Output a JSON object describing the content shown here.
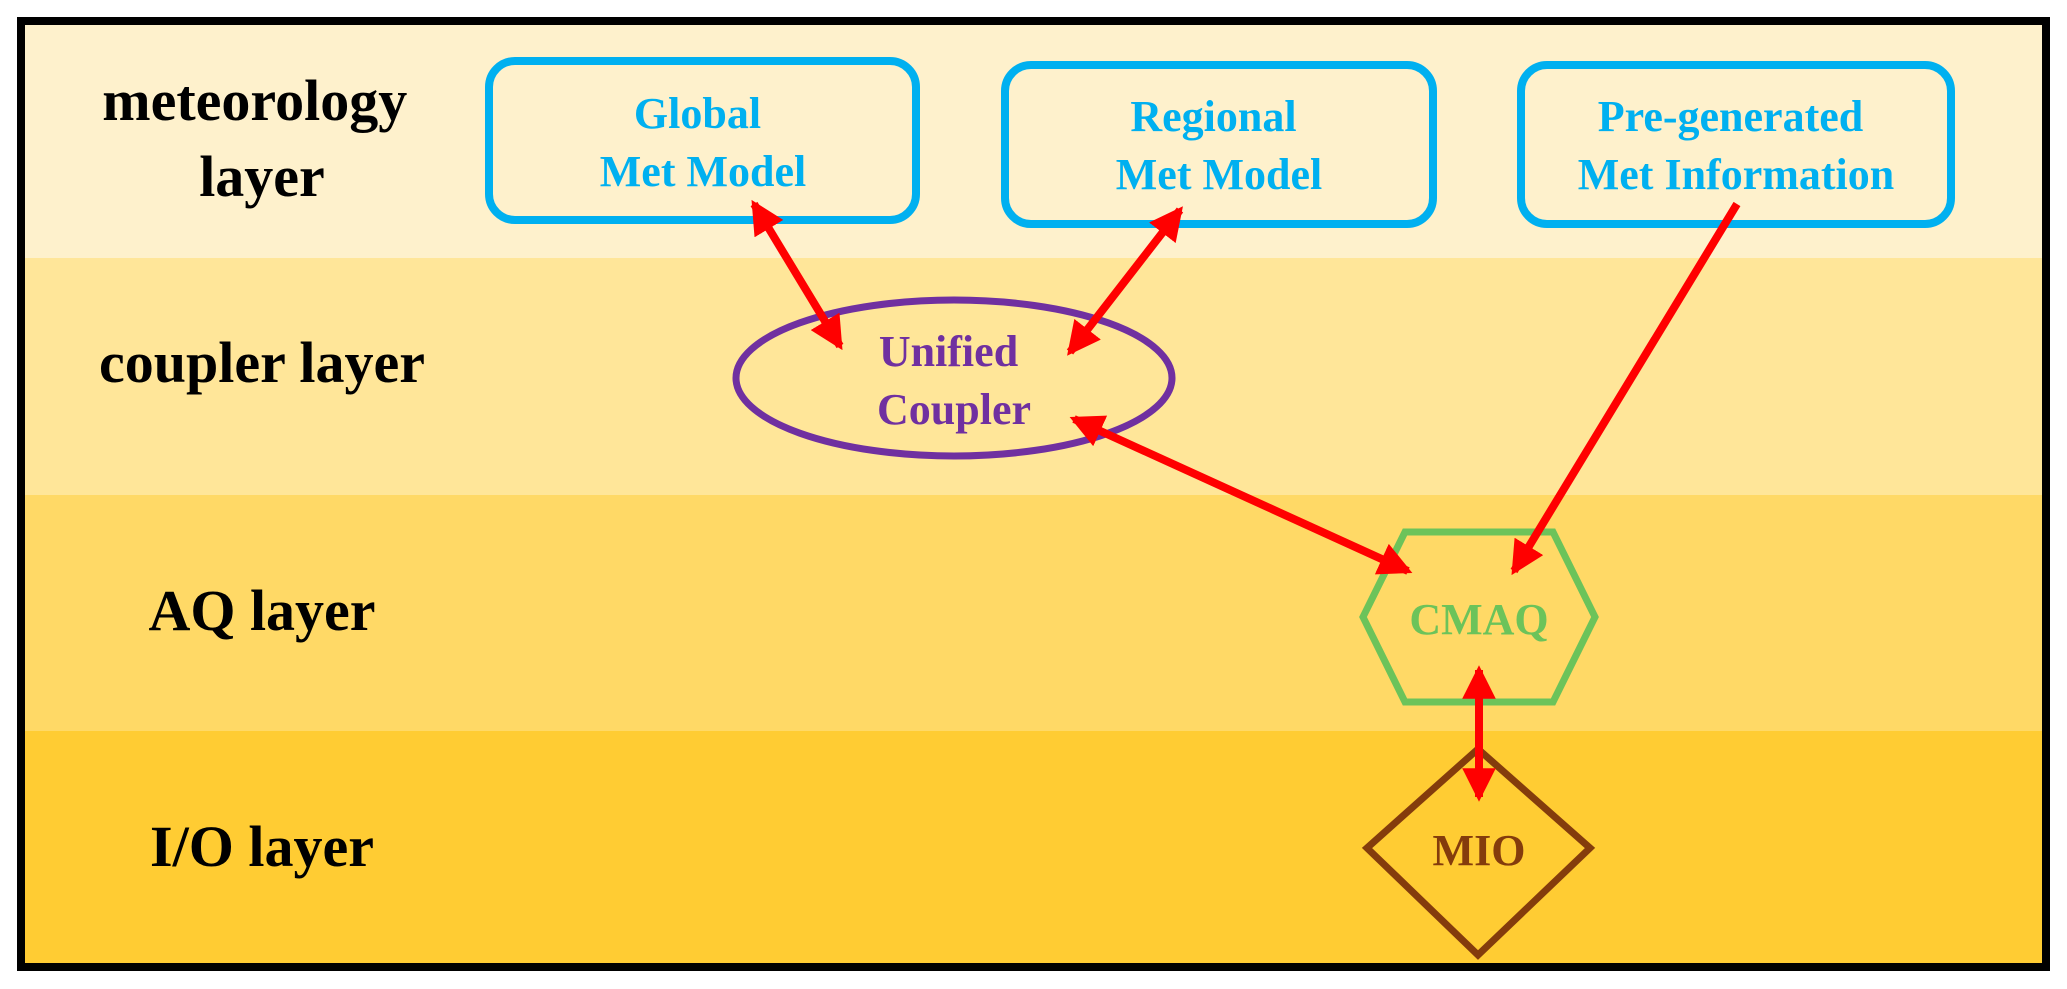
{
  "layers": [
    {
      "label_lines": [
        "meteorology",
        "layer"
      ],
      "color": "#FEF1CC"
    },
    {
      "label_lines": [
        "coupler layer"
      ],
      "color": "#FFE699"
    },
    {
      "label_lines": [
        "AQ layer"
      ],
      "color": "#FFD966"
    },
    {
      "label_lines": [
        "I/O layer"
      ],
      "color": "#FFCC33"
    }
  ],
  "nodes": {
    "global_met": {
      "lines": [
        "Global",
        "Met Model"
      ],
      "shape": "rounded-rectangle",
      "color": "#00B0F0"
    },
    "regional_met": {
      "lines": [
        "Regional",
        "Met Model"
      ],
      "shape": "rounded-rectangle",
      "color": "#00B0F0"
    },
    "pregen_met": {
      "lines": [
        "Pre-generated",
        "Met Information"
      ],
      "shape": "rounded-rectangle",
      "color": "#00B0F0"
    },
    "coupler": {
      "lines": [
        "Unified",
        "Coupler"
      ],
      "shape": "ellipse",
      "color": "#7030A0"
    },
    "cmaq": {
      "lines": [
        "CMAQ"
      ],
      "shape": "hexagon",
      "color": "#6CC35A"
    },
    "mio": {
      "lines": [
        "MIO"
      ],
      "shape": "diamond",
      "color": "#843C0C"
    }
  },
  "edges": [
    {
      "from": "global_met",
      "to": "coupler",
      "direction": "both"
    },
    {
      "from": "regional_met",
      "to": "coupler",
      "direction": "both"
    },
    {
      "from": "coupler",
      "to": "cmaq",
      "direction": "both"
    },
    {
      "from": "pregen_met",
      "to": "cmaq",
      "direction": "forward"
    },
    {
      "from": "cmaq",
      "to": "mio",
      "direction": "both"
    }
  ],
  "colors": {
    "arrow": "#FF0000",
    "frame": "#000000",
    "label": "#000000"
  }
}
